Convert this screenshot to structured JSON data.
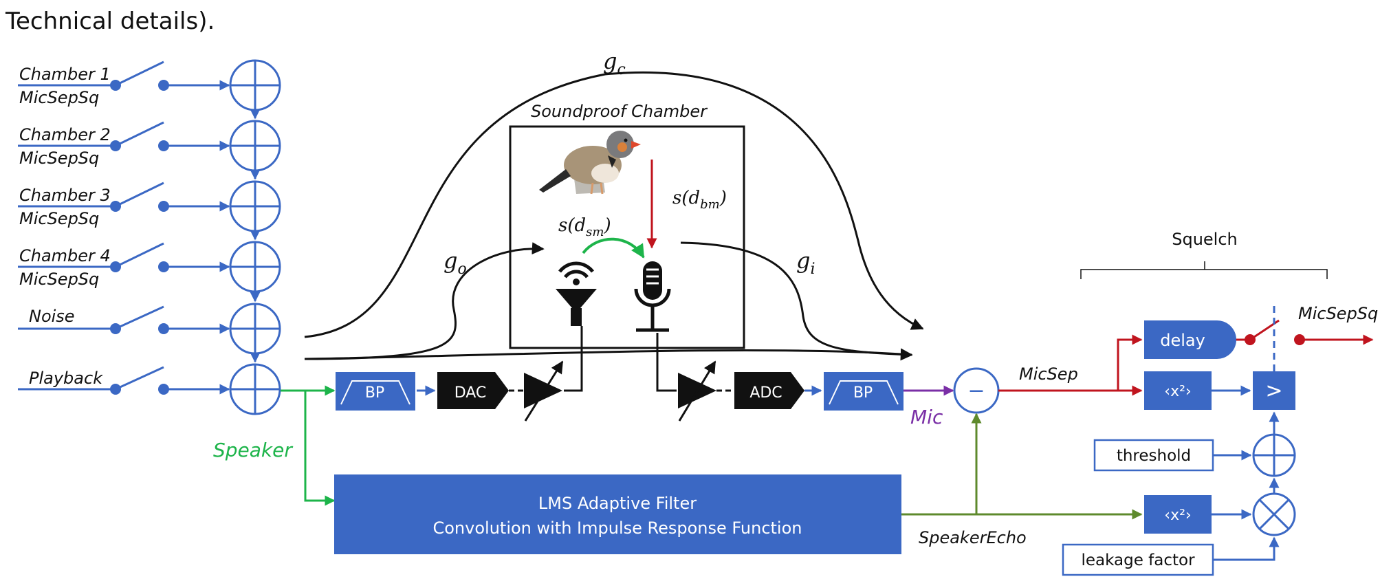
{
  "caption_fragment": "Technical details).",
  "inputs": [
    {
      "line1": "Chamber 1",
      "line2": "MicSepSq"
    },
    {
      "line1": "Chamber 2",
      "line2": "MicSepSq"
    },
    {
      "line1": "Chamber 3",
      "line2": "MicSepSq"
    },
    {
      "line1": "Chamber 4",
      "line2": "MicSepSq"
    },
    {
      "line1": "Noise",
      "line2": ""
    },
    {
      "line1": "Playback",
      "line2": ""
    }
  ],
  "gains": {
    "g_c": {
      "base": "g",
      "sub": "c"
    },
    "g_o": {
      "base": "g",
      "sub": "o"
    },
    "g_i": {
      "base": "g",
      "sub": "i"
    }
  },
  "chamber": {
    "title": "Soundproof Chamber",
    "s_bm": {
      "pre": "s(d",
      "sub": "bm",
      "post": ")"
    },
    "s_sm": {
      "pre": "s(d",
      "sub": "sm",
      "post": ")"
    }
  },
  "blocks": {
    "bp": "BP",
    "dac": "DAC",
    "adc": "ADC",
    "delay": "delay",
    "square": "‹x²›",
    "greater": ">",
    "threshold": "threshold",
    "leakage": "leakage factor",
    "minus": "−",
    "lms_line1": "LMS Adaptive Filter",
    "lms_line2": "Convolution with Impulse Response Function"
  },
  "signals": {
    "speaker": "Speaker",
    "mic": "Mic",
    "micsep": "MicSep",
    "micsepsq": "MicSepSq",
    "speakerecho": "SpeakerEcho",
    "squelch": "Squelch"
  },
  "colors": {
    "blue": "#3b68c4",
    "red": "#c0141e",
    "green": "#1db44a",
    "olive": "#5e8a2c",
    "purple": "#7a2fa6",
    "black": "#111111"
  }
}
